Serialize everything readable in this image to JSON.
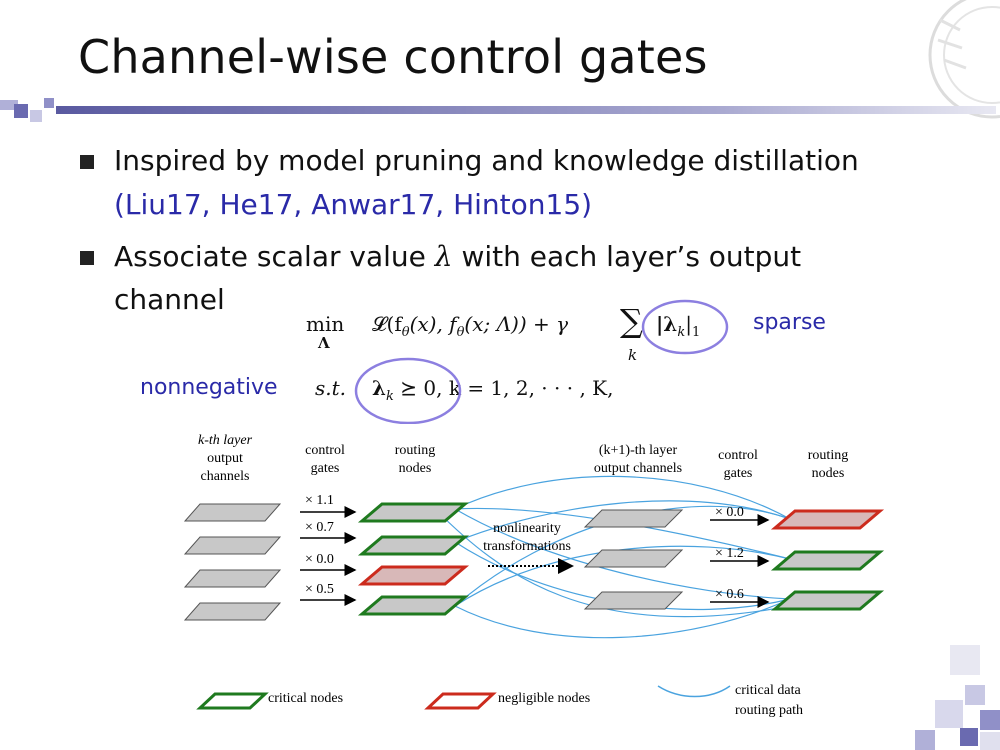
{
  "slide": {
    "title": "Channel-wise control gates",
    "bullets": [
      {
        "text": "Inspired by model pruning and knowledge distillation",
        "citation": "(Liu17, He17, Anwar17, Hinton15)"
      },
      {
        "text_before": "Associate scalar value",
        "symbol": "λ",
        "text_after": "with each layer’s output",
        "text_line2": "channel"
      }
    ],
    "annotations": {
      "sparse": "sparse",
      "nonnegative": "nonnegative"
    }
  },
  "equation": {
    "line1": {
      "op": "min",
      "sub": "Λ",
      "loss": "𝓛(f",
      "theta": "θ",
      "args1": "(x), f",
      "args2": "(x; Λ)) + γ",
      "sum": "∑",
      "sum_sub": "k",
      "norm": "|λ",
      "norm_sub": "k",
      "norm_end": "|",
      "norm_idx": "1"
    },
    "line2": {
      "st": "s.t.",
      "lam": "λ",
      "lam_sub": "k",
      "rest": "⪰ 0, k = 1, 2, · · · , K,"
    }
  },
  "figure": {
    "labels": {
      "kth_layer_1": "k-th layer",
      "kth_layer_2": "output",
      "kth_layer_3": "channels",
      "control_gates_1": "control",
      "control_gates_2": "gates",
      "routing_nodes_1": "routing",
      "routing_nodes_2": "nodes",
      "k1_layer_1": "(k+1)-th layer",
      "k1_layer_2": "output channels",
      "control_gates_r1": "control",
      "control_gates_r2": "gates",
      "routing_nodes_r1": "routing",
      "routing_nodes_r2": "nodes",
      "nonlinearity_1": "nonlinearity",
      "nonlinearity_2": "transformations"
    },
    "gates_left": [
      "× 1.1",
      "× 0.7",
      "× 0.0",
      "× 0.5"
    ],
    "gates_right": [
      "× 0.0",
      "× 1.2",
      "× 0.6"
    ],
    "legend": {
      "critical": "critical nodes",
      "negligible": "negligible nodes",
      "path_1": "critical data",
      "path_2": "routing path"
    },
    "colors": {
      "critical": "#1f7a1f",
      "negligible": "#cc2b1d",
      "path": "#4aa3df",
      "gray_fill": "#c8c8c8"
    }
  },
  "colors": {
    "accent_blue": "#2a2aa8",
    "circle": "#8c7fe0",
    "title_bar": "#8080b8"
  }
}
